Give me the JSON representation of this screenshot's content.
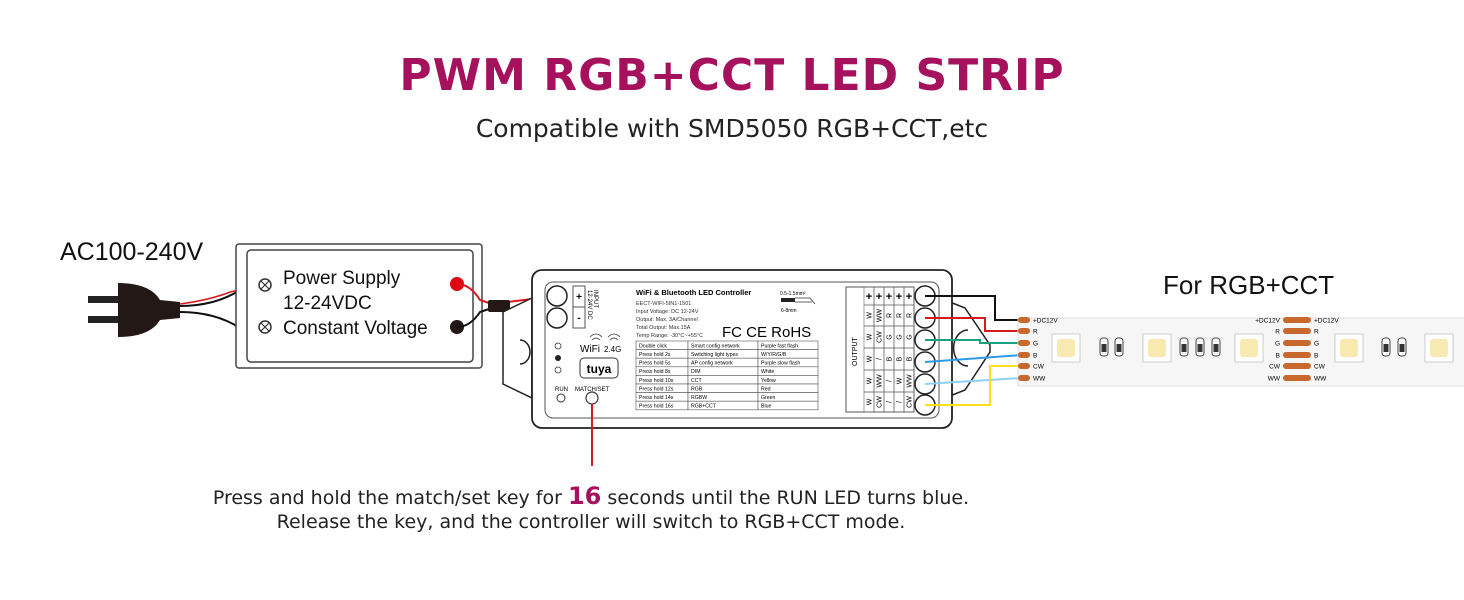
{
  "title": "PWM RGB+CCT LED STRIP",
  "subtitle": "Compatible with SMD5050 RGB+CCT,etc",
  "ac_input": "AC100-240V",
  "power_supply": {
    "line1": "Power Supply",
    "line2": "12-24VDC",
    "line3": "Constant Voltage"
  },
  "controller": {
    "heading": "WiFi & Bluetooth LED Controller",
    "model": "EECT-WIFI-5IN1-1501",
    "input_voltage": "Input Voltage: DC 12-24V",
    "output": "Output: Max. 3A/Channel",
    "total_output": "Total Output: Max.15A",
    "temp_range": "Temp Range: -30°C~+55°C",
    "wire_gauge": "0.5-1.5mm²",
    "strip_length": "6-8mm",
    "certs": "FC CE RoHS",
    "input_label": "INPUT",
    "input_voltage_short": "12-24V DC",
    "plus": "+",
    "minus": "-",
    "wifi_label": "WiFi",
    "band": "2.4G",
    "brand": "tuya",
    "run_label": "RUN",
    "match_label": "MATCH/SET",
    "output_label": "OUTPUT",
    "mode_table": [
      [
        "Double click",
        "Smart config network",
        "Purple fast flash"
      ],
      [
        "Press hold 2s",
        "Switching light types",
        "W/Y/R/G/B"
      ],
      [
        "Press hold 5s",
        "AP config network",
        "Purple slow flash"
      ],
      [
        "Press hold 8s",
        "DIM",
        "White"
      ],
      [
        "Press hold 10s",
        "CCT",
        "Yellow"
      ],
      [
        "Press hold 12s",
        "RGB",
        "Red"
      ],
      [
        "Press hold 14s",
        "RGBW",
        "Green"
      ],
      [
        "Press hold 16s",
        "RGB+CCT",
        "Blue"
      ]
    ],
    "output_columns": [
      [
        "+",
        "W",
        "W",
        "W",
        "W",
        "W"
      ],
      [
        "+",
        "WW",
        "CW",
        "/",
        "WW",
        "CW"
      ],
      [
        "+",
        "R",
        "G",
        "B",
        "/",
        "/"
      ],
      [
        "+",
        "R",
        "G",
        "B",
        "W",
        "/"
      ],
      [
        "+",
        "R",
        "G",
        "B",
        "WW",
        "CW"
      ]
    ]
  },
  "strip": {
    "label": "For RGB+CCT",
    "pads": [
      "+DC12V",
      "R",
      "G",
      "B",
      "CW",
      "WW"
    ]
  },
  "wire_colors": {
    "v": "#111111",
    "r": "#d71920",
    "g": "#1aa37a",
    "b": "#2e9be6",
    "ww": "#8fd0f5",
    "cw": "#ffe01a"
  },
  "note": {
    "line1_before": "Press and hold the match/set key for",
    "highlight": "16",
    "line1_after": "seconds until the RUN LED turns blue.",
    "line2": "Release the key, and the controller will switch to RGB+CCT mode."
  }
}
